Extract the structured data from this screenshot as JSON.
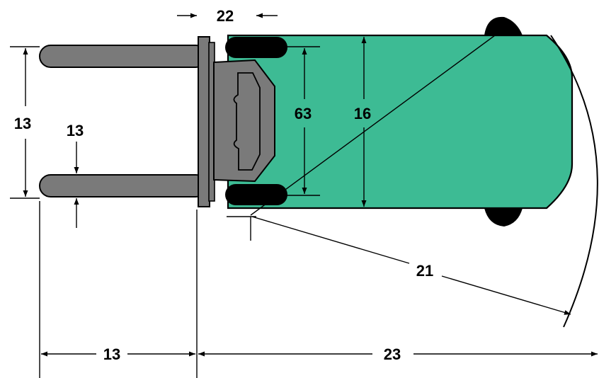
{
  "colors": {
    "body": "#3DBB94",
    "mast": "#7A7A7A",
    "mast_dark": "#5E5E5E",
    "wheel": "#000000",
    "outline": "#000000",
    "background": "#FFFFFF"
  },
  "icons": {
    "forklift": "forklift-top-view-icon"
  },
  "dimensions": {
    "mast_width": "22",
    "fork_spread": "13",
    "fork_width": "13",
    "wheel_track": "63",
    "body_width": "16",
    "turning_radius": "21",
    "fork_length": "13",
    "truck_length": "23"
  }
}
